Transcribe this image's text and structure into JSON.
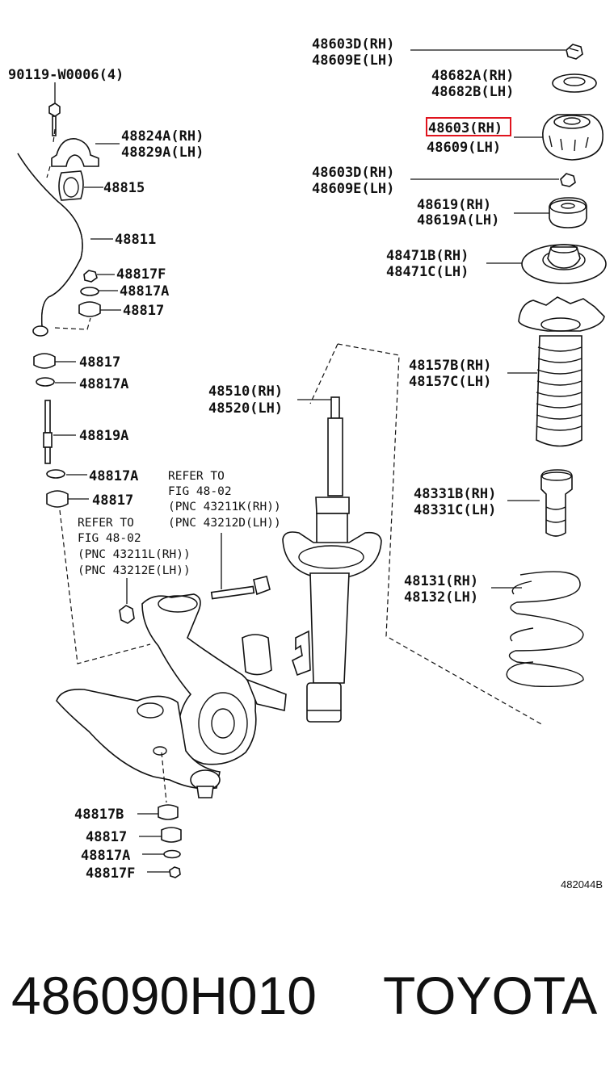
{
  "diagram": {
    "labels": {
      "l01": "48603D(RH)",
      "l02": "48609E(LH)",
      "l03": "48682A(RH)",
      "l04": "48682B(LH)",
      "l05": "48603(RH)",
      "l06": "48609(LH)",
      "l07": "48603D(RH)",
      "l08": "48609E(LH)",
      "l09": "48619(RH)",
      "l10": "48619A(LH)",
      "l11": "48471B(RH)",
      "l12": "48471C(LH)",
      "l13": "48157B(RH)",
      "l14": "48157C(LH)",
      "l15": "48331B(RH)",
      "l16": "48331C(LH)",
      "l17": "48131(RH)",
      "l18": "48132(LH)",
      "l19": "48510(RH)",
      "l20": "48520(LH)",
      "l21": "90119-W0006(4)",
      "l22": "48824A(RH)",
      "l23": "48829A(LH)",
      "l24": "48815",
      "l25": "48811",
      "l26": "48817F",
      "l27": "48817A",
      "l28": "48817",
      "l29": "48817",
      "l30": "48817A",
      "l31": "48819A",
      "l32": "48817A",
      "l33": "48817",
      "l34": "48817B",
      "l35": "48817",
      "l36": "48817A",
      "l37": "48817F"
    },
    "notes": {
      "n1a": "REFER TO",
      "n1b": "FIG 48-02",
      "n1c": "(PNC 43211K(RH))",
      "n1d": "(PNC 43212D(LH))",
      "n2a": "REFER TO",
      "n2b": "FIG 48-02",
      "n2c": "(PNC 43211L(RH))",
      "n2d": "(PNC 43212E(LH))"
    },
    "figure_id": "482044B",
    "highlight_color": "#e0141e"
  },
  "footer": {
    "part_number": "486090H010",
    "brand": "TOYOTA"
  }
}
